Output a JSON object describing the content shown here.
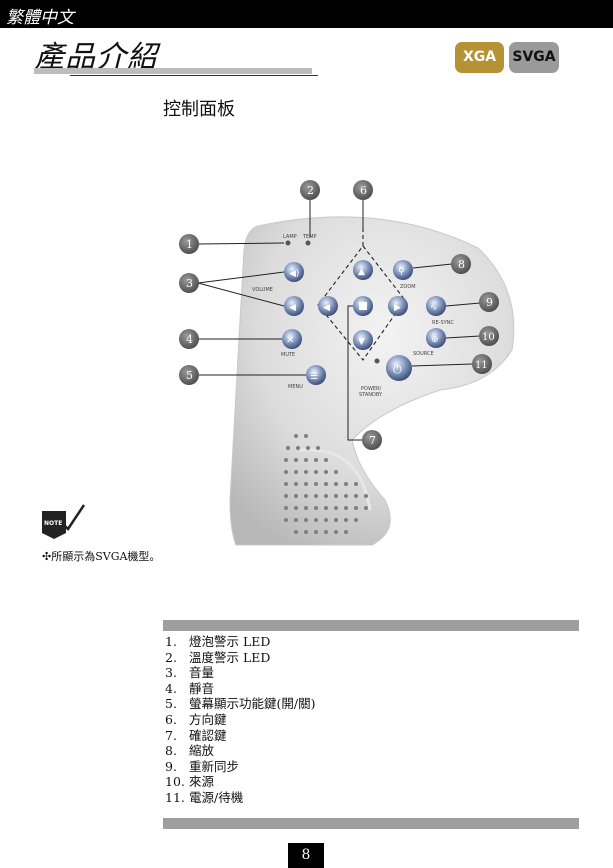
{
  "header": {
    "language_label": "繁體中文",
    "section_title": "產品介紹",
    "badges": [
      "XGA",
      "SVGA"
    ],
    "badge_colors": {
      "xga": "#b59334",
      "svga": "#9a9a9a"
    }
  },
  "subtitle": "控制面板",
  "panel": {
    "led_labels": [
      "LAMP",
      "TEMP"
    ],
    "button_labels": {
      "volume": "VOLUME",
      "mute": "MUTE",
      "menu": "MENU",
      "zoom": "ZOOM",
      "re_sync": "RE-SYNC",
      "source": "SOURCE",
      "power": "POWER/\nSTANDBY"
    },
    "callouts": [
      "1",
      "2",
      "3",
      "4",
      "5",
      "6",
      "7",
      "8",
      "9",
      "10",
      "11"
    ]
  },
  "note": {
    "icon_label": "NOTE",
    "text": "所顯示為SVGA機型。"
  },
  "legend": [
    {
      "num": "1.",
      "label": "燈泡警示 LED"
    },
    {
      "num": "2.",
      "label": "溫度警示 LED"
    },
    {
      "num": "3.",
      "label": "音量"
    },
    {
      "num": "4.",
      "label": "靜音"
    },
    {
      "num": "5.",
      "label": "螢幕顯示功能鍵(開/關)"
    },
    {
      "num": "6.",
      "label": "方向鍵"
    },
    {
      "num": "7.",
      "label": "確認鍵"
    },
    {
      "num": "8.",
      "label": "縮放"
    },
    {
      "num": "9.",
      "label": "重新同步"
    },
    {
      "num": "10.",
      "label": "來源"
    },
    {
      "num": "11.",
      "label": "電源/待機"
    }
  ],
  "page_number": "8"
}
